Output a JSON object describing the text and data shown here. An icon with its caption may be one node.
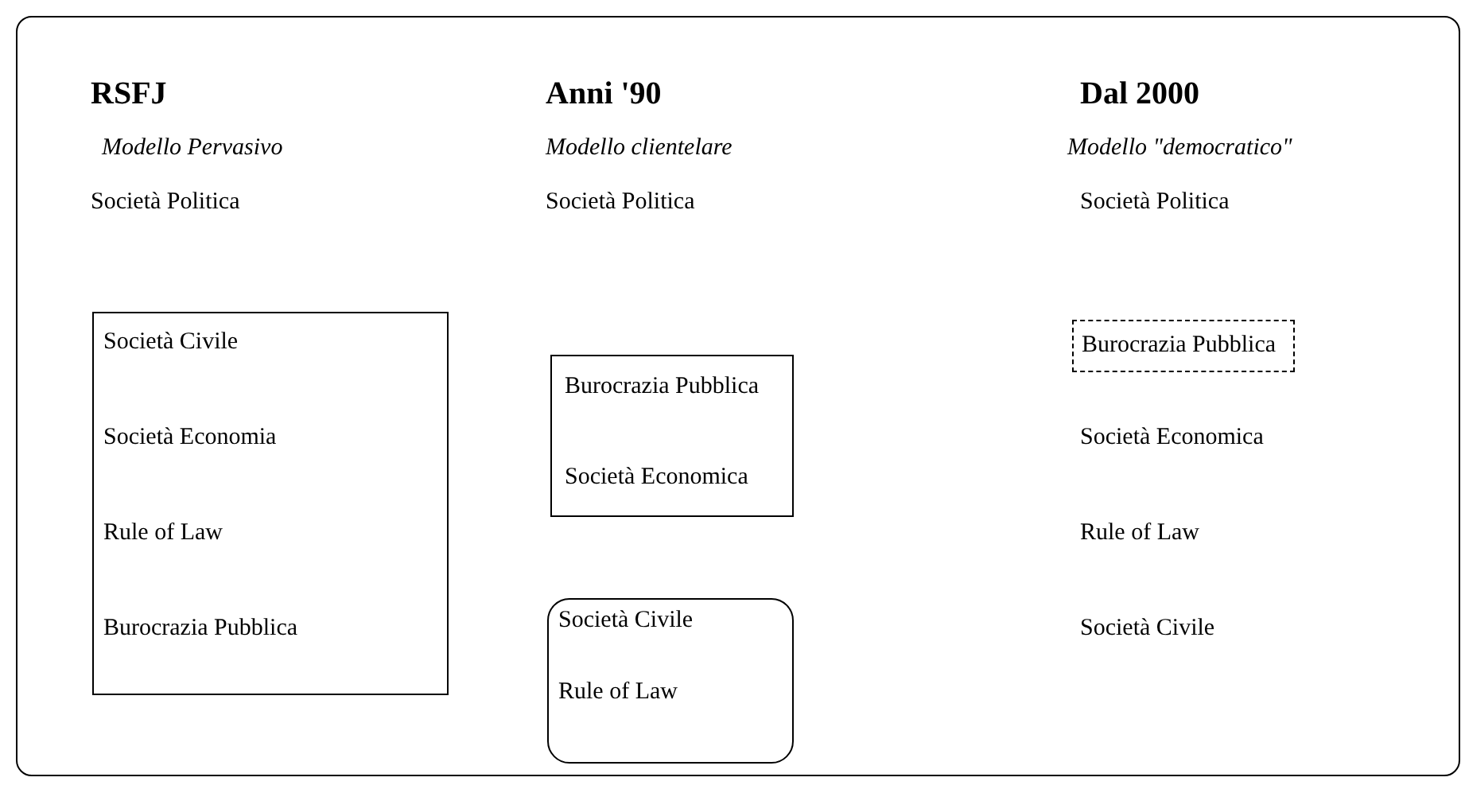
{
  "diagram": {
    "nodes": [
      {
        "text": [],
        "shape": "box"
      },
      {
        "text": [
          "Società Civile",
          "Società Economia",
          "Rule of Law",
          "Burocrazia Pubblica"
        ],
        "in": 0
      },
      {
        "text": [
          "Burocrazia Pubblica",
          "Società Economica"
        ],
        "in": 0
      },
      {
        "text": [
          "Società Civile",
          "Rule of Law"
        ],
        "in": 0
      },
      {
        "text": [
          "Burocrazia Pubblica"
        ],
        "in": 0
      }
    ],
    "edges": [],
    "labels": [
      "RSFJ",
      "Anni '90",
      "Dal 2000",
      "Modello Pervasivo",
      "Modello clientelare",
      "Modello \"democratico\"",
      "Società Politica",
      "Società Politica",
      "Società Politica",
      "Società Economica",
      "Rule of Law",
      "Società Civile"
    ]
  }
}
